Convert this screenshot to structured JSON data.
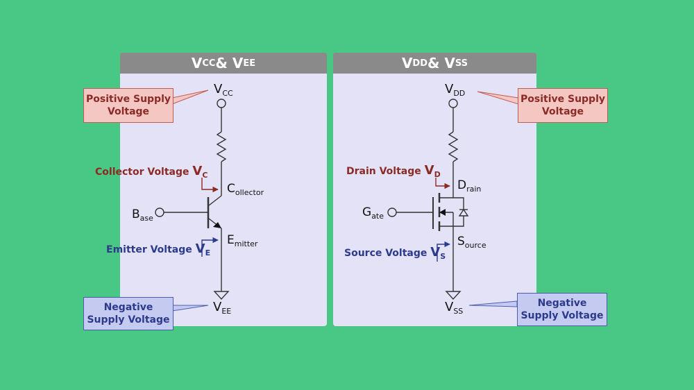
{
  "left_panel": {
    "title_main": "V",
    "title_sub1": "CC",
    "title_amp": " & V",
    "title_sub2": "EE",
    "supply_top": {
      "letter": "V",
      "sub": "CC"
    },
    "supply_bottom": {
      "letter": "V",
      "sub": "EE"
    },
    "positive_callout": "Positive Supply\nVoltage",
    "negative_callout": "Negative\nSupply Voltage",
    "collector_voltage": {
      "text": "Collector Voltage ",
      "letter": "V",
      "sub": "C"
    },
    "emitter_voltage": {
      "text": "Emitter Voltage ",
      "letter": "V",
      "sub": "E"
    },
    "base": {
      "letter": "B",
      "sub": "ase"
    },
    "collector": {
      "letter": "C",
      "sub": "ollector"
    },
    "emitter": {
      "letter": "E",
      "sub": "mitter"
    }
  },
  "right_panel": {
    "title_main": "V",
    "title_sub1": "DD",
    "title_amp": " & V",
    "title_sub2": "SS",
    "supply_top": {
      "letter": "V",
      "sub": "DD"
    },
    "supply_bottom": {
      "letter": "V",
      "sub": "SS"
    },
    "positive_callout": "Positive Supply\nVoltage",
    "negative_callout": "Negative\nSupply Voltage",
    "drain_voltage": {
      "text": "Drain Voltage ",
      "letter": "V",
      "sub": "D"
    },
    "source_voltage": {
      "text": "Source Voltage ",
      "letter": "V",
      "sub": "S"
    },
    "gate": {
      "letter": "G",
      "sub": "ate"
    },
    "drain": {
      "letter": "D",
      "sub": "rain"
    },
    "source": {
      "letter": "S",
      "sub": "ource"
    }
  },
  "colors": {
    "background": "#49c784",
    "panel": "#e4e2f7",
    "header": "#8a8a8a",
    "positive": "#8c2a25",
    "negative": "#2c3a8c"
  }
}
